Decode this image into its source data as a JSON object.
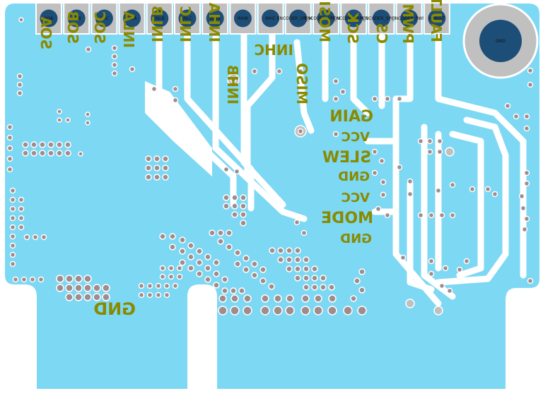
{
  "header_pads": [
    {
      "id": "soa",
      "label": "SOA"
    },
    {
      "id": "sob",
      "label": "SOB"
    },
    {
      "id": "soc",
      "label": "SOC"
    },
    {
      "id": "inla",
      "label": "INLA"
    },
    {
      "id": "inlb",
      "label": "INLB"
    },
    {
      "id": "inlc",
      "label": "INLC"
    },
    {
      "id": "inha",
      "label": "INHA"
    },
    {
      "id": "inhb",
      "label": "INHB"
    },
    {
      "id": "inhc",
      "label": "INHC"
    },
    {
      "id": "enc1",
      "label": "ENCODER_SPI_MISO"
    },
    {
      "id": "enc2",
      "label": "ENCODER_SPI_MOSI"
    },
    {
      "id": "enc3",
      "label": "ENCODER_SPI_SCK"
    },
    {
      "id": "enc4",
      "label": "ENCODER_SPI_CS"
    },
    {
      "id": "pwm",
      "label": "ENCODER_PWM"
    },
    {
      "id": "fault",
      "label": "NFAULT"
    }
  ],
  "gnd_pad": {
    "label": "GND"
  },
  "silkscreen": {
    "soa": "SOA",
    "sob": "SOB",
    "soc": "SOC",
    "inla": "INLA",
    "inlb": "INLB",
    "inlc": "INLC",
    "inha": "INHA",
    "inhb": "INHB",
    "inhc": "INHC",
    "miso": "MISO",
    "mosi": "MOSI",
    "sck": "SCK",
    "cs": "CS",
    "pwm": "PWM",
    "fault": "FAULT",
    "gain": "GAIN",
    "vcc1": "VCC",
    "slew": "SLEW",
    "gnd1": "GND",
    "vcc2": "VCC",
    "mode": "MODE",
    "gnd2": "GND",
    "gnd_big": "GND"
  },
  "colors": {
    "copper": "#7dd8f4",
    "board_edge": "#ffffff",
    "pad": "#c0c0c0",
    "pad_center": "#1d4e78",
    "via": "#a08c8c",
    "silk": "#8a8a00"
  }
}
